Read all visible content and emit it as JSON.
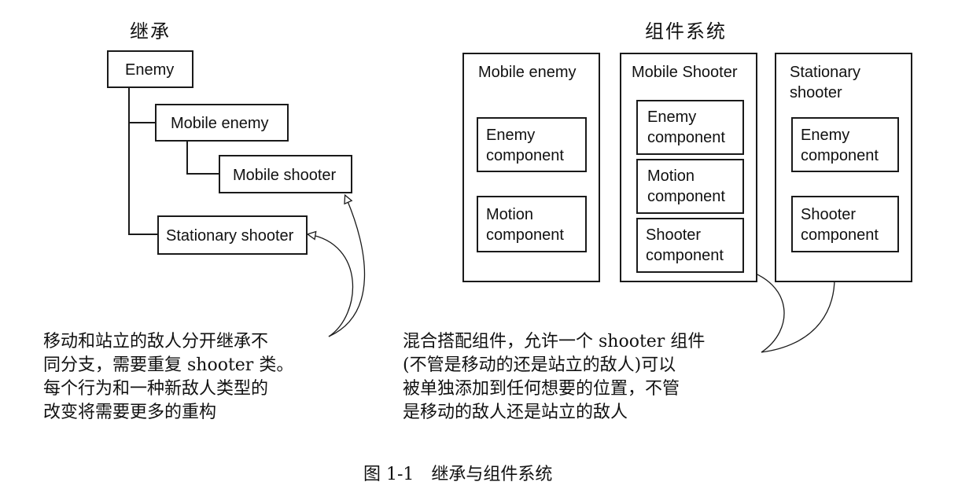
{
  "inheritance": {
    "title": "继承",
    "nodes": {
      "enemy": "Enemy",
      "mobile_enemy": "Mobile enemy",
      "mobile_shooter": "Mobile shooter",
      "stationary_shooter": "Stationary shooter"
    },
    "note": "移动和站立的敌人分开继承不\n同分支，需要重复 shooter 类。\n每个行为和一种新敌人类型的\n改变将需要更多的重构"
  },
  "component_system": {
    "title": "组件系统",
    "entities": [
      {
        "label": "Mobile enemy",
        "components": [
          "Enemy\ncomponent",
          "Motion\ncomponent"
        ]
      },
      {
        "label": "Mobile Shooter",
        "components": [
          "Enemy\ncomponent",
          "Motion\ncomponent",
          "Shooter\ncomponent"
        ]
      },
      {
        "label": "Stationary\nshooter",
        "components": [
          "Enemy\ncomponent",
          "Shooter\ncomponent"
        ]
      }
    ],
    "note": "混合搭配组件，允许一个 shooter 组件\n(不管是移动的还是站立的敌人)可以\n被单独添加到任何想要的位置，不管\n是移动的敌人还是站立的敌人"
  },
  "figure_caption": "图 1-1　继承与组件系统",
  "colors": {
    "ink": "#1a1a1a",
    "background": "#ffffff"
  }
}
